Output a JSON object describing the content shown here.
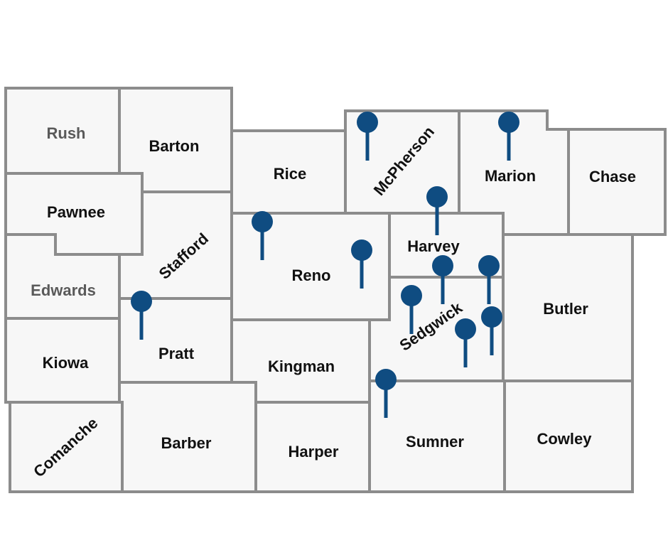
{
  "map": {
    "counties": [
      {
        "name": "Rush",
        "label_color": "#5a5a5a"
      },
      {
        "name": "Barton"
      },
      {
        "name": "Pawnee"
      },
      {
        "name": "Edwards",
        "label_color": "#5a5a5a"
      },
      {
        "name": "Stafford"
      },
      {
        "name": "Rice"
      },
      {
        "name": "McPherson"
      },
      {
        "name": "Marion"
      },
      {
        "name": "Chase"
      },
      {
        "name": "Reno"
      },
      {
        "name": "Harvey"
      },
      {
        "name": "Kiowa"
      },
      {
        "name": "Pratt"
      },
      {
        "name": "Kingman"
      },
      {
        "name": "Sedgwick"
      },
      {
        "name": "Butler"
      },
      {
        "name": "Comanche"
      },
      {
        "name": "Barber"
      },
      {
        "name": "Harper"
      },
      {
        "name": "Sumner"
      },
      {
        "name": "Cowley"
      }
    ],
    "marker_color": "#0f4c81",
    "markers": [
      {
        "county": "McPherson"
      },
      {
        "county": "Marion"
      },
      {
        "county": "Harvey"
      },
      {
        "county": "Reno"
      },
      {
        "county": "Reno"
      },
      {
        "county": "Pratt"
      },
      {
        "county": "Sedgwick"
      },
      {
        "county": "Sedgwick"
      },
      {
        "county": "Sedgwick"
      },
      {
        "county": "Sedgwick"
      },
      {
        "county": "Sedgwick"
      },
      {
        "county": "Sumner"
      }
    ]
  }
}
